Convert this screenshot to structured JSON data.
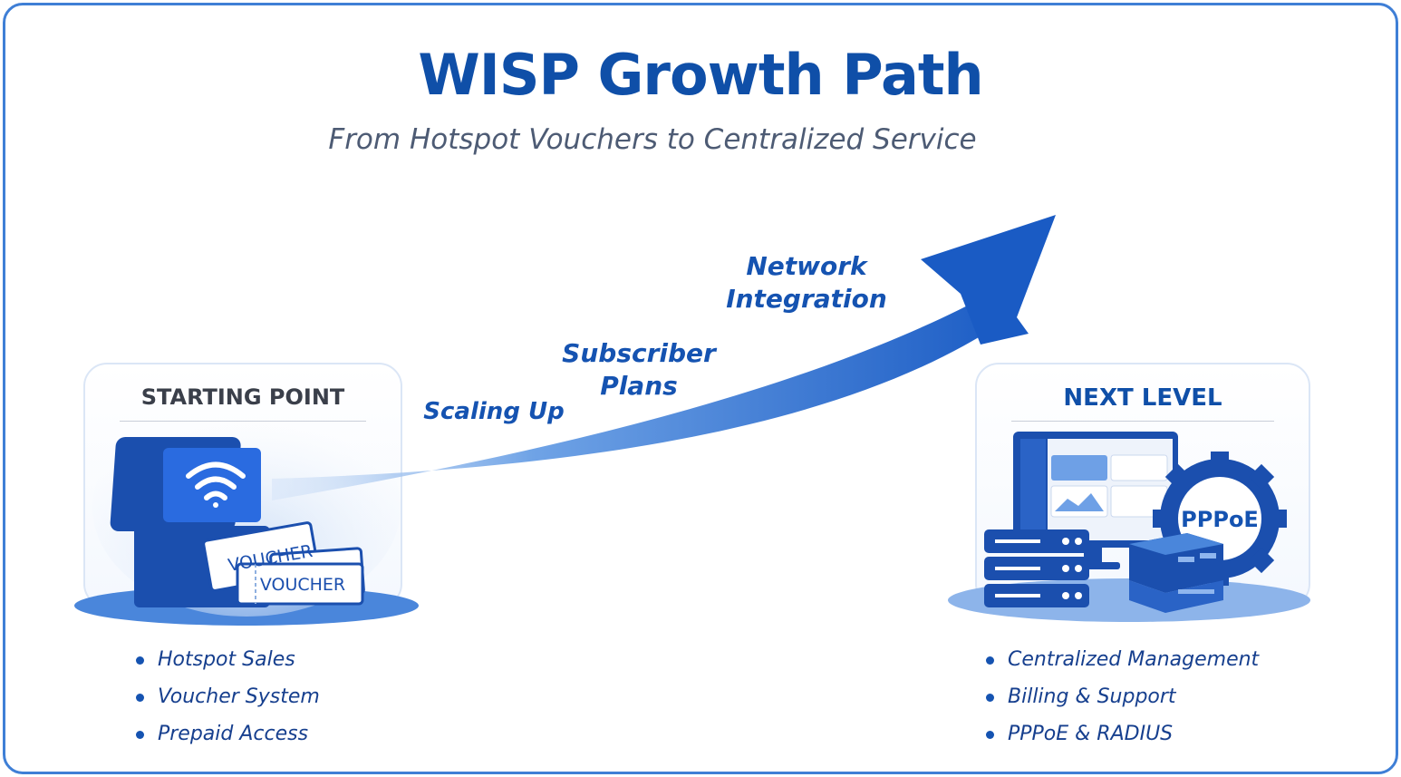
{
  "header": {
    "title": "WISP Growth Path",
    "subtitle": "From Hotspot Vouchers to Centralized Service"
  },
  "starting_point": {
    "title": "STARTING POINT",
    "voucher_labels": [
      "VOUCHER",
      "VOUCHER"
    ],
    "bullets": [
      "Hotspot Sales",
      "Voucher System",
      "Prepaid Access"
    ]
  },
  "stages": [
    "Scaling Up",
    "Subscriber Plans",
    "Network Integration"
  ],
  "next_level": {
    "title": "NEXT LEVEL",
    "badge": "PPPoE",
    "bullets": [
      "Centralized Management",
      "Billing & Support",
      "PPPoE & RADIUS"
    ]
  },
  "colors": {
    "primary": "#1553b1",
    "title": "#0f4fa8",
    "border": "#3f7fd6",
    "light": "#dbe6f6"
  },
  "icons": [
    "wifi-icon",
    "kiosk-icon",
    "voucher-icon",
    "monitor-icon",
    "server-icon",
    "gear-icon",
    "router-icon"
  ]
}
